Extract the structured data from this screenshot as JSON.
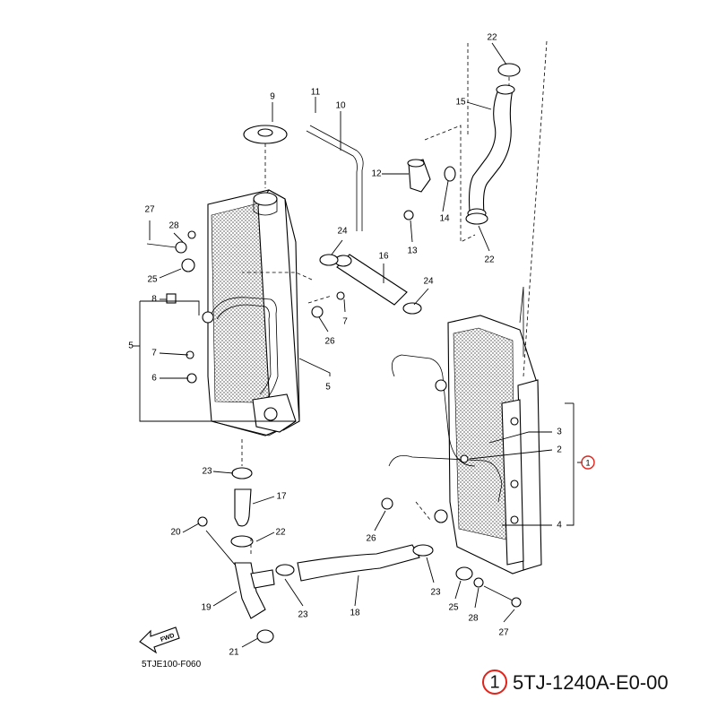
{
  "diagram": {
    "figure_code": "5TJE100-F060",
    "assembly_marker": "1",
    "assembly_code": "5TJ-1240A-E0-00",
    "fwd_label": "FWD",
    "marker_color": "#e0241b",
    "callouts": [
      {
        "id": "c22a",
        "label": "22"
      },
      {
        "id": "c15",
        "label": "15"
      },
      {
        "id": "c9",
        "label": "9"
      },
      {
        "id": "c11",
        "label": "11"
      },
      {
        "id": "c10",
        "label": "10"
      },
      {
        "id": "c12",
        "label": "12"
      },
      {
        "id": "c14",
        "label": "14"
      },
      {
        "id": "c13",
        "label": "13"
      },
      {
        "id": "c22b",
        "label": "22"
      },
      {
        "id": "c27a",
        "label": "27"
      },
      {
        "id": "c28a",
        "label": "28"
      },
      {
        "id": "c25a",
        "label": "25"
      },
      {
        "id": "c24a",
        "label": "24"
      },
      {
        "id": "c16",
        "label": "16"
      },
      {
        "id": "c24b",
        "label": "24"
      },
      {
        "id": "c8",
        "label": "8"
      },
      {
        "id": "c7a",
        "label": "7"
      },
      {
        "id": "c26a",
        "label": "26"
      },
      {
        "id": "c5a",
        "label": "5"
      },
      {
        "id": "c7b",
        "label": "7"
      },
      {
        "id": "c6",
        "label": "6"
      },
      {
        "id": "c5b",
        "label": "5"
      },
      {
        "id": "c3",
        "label": "3"
      },
      {
        "id": "c2",
        "label": "2"
      },
      {
        "id": "c4",
        "label": "4"
      },
      {
        "id": "c23a",
        "label": "23"
      },
      {
        "id": "c17",
        "label": "17"
      },
      {
        "id": "c20",
        "label": "20"
      },
      {
        "id": "c22c",
        "label": "22"
      },
      {
        "id": "c26b",
        "label": "26"
      },
      {
        "id": "c19",
        "label": "19"
      },
      {
        "id": "c23b",
        "label": "23"
      },
      {
        "id": "c18",
        "label": "18"
      },
      {
        "id": "c23c",
        "label": "23"
      },
      {
        "id": "c25b",
        "label": "25"
      },
      {
        "id": "c28b",
        "label": "28"
      },
      {
        "id": "c27b",
        "label": "27"
      },
      {
        "id": "c21",
        "label": "21"
      }
    ]
  }
}
